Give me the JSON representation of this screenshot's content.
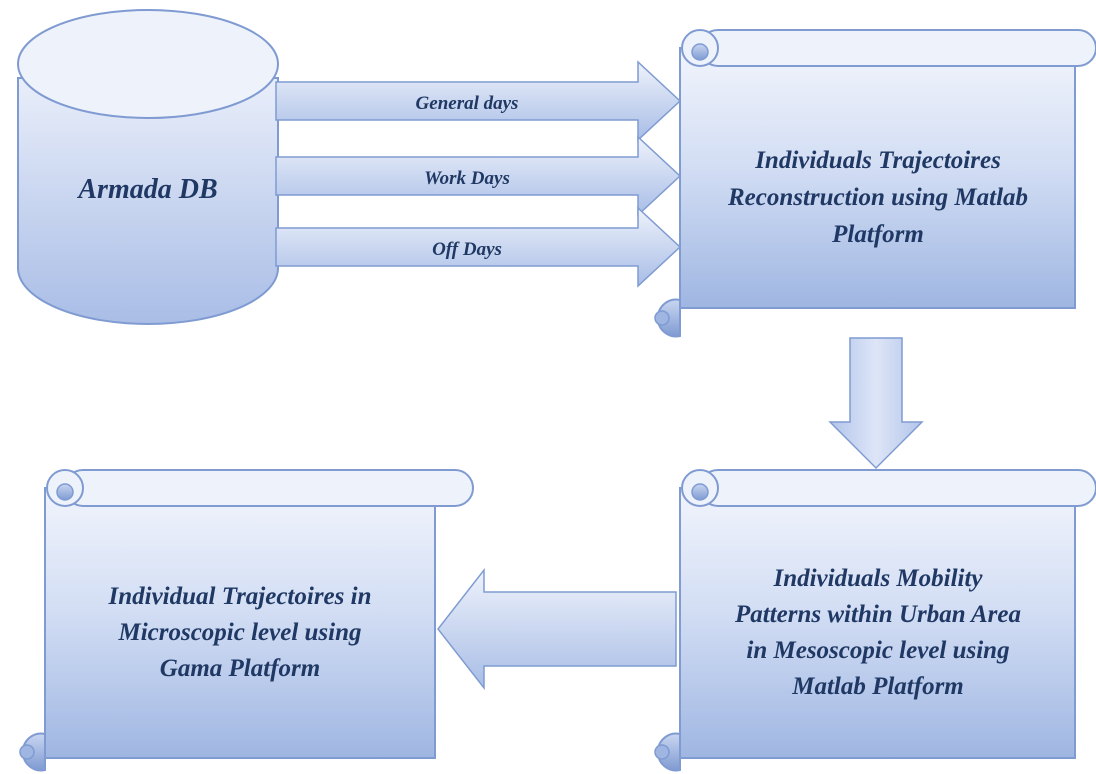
{
  "database": {
    "label": "Armada DB"
  },
  "arrows": [
    {
      "label": "General days"
    },
    {
      "label": "Work Days"
    },
    {
      "label": "Off Days"
    }
  ],
  "scroll_reconstruction": {
    "lines": [
      "Individuals Trajectoires",
      "Reconstruction using Matlab",
      "Platform"
    ]
  },
  "scroll_mesoscopic": {
    "lines": [
      "Individuals Mobility",
      "Patterns within Urban Area",
      "in Mesoscopic level using",
      "Matlab Platform"
    ]
  },
  "scroll_microscopic": {
    "lines": [
      "Individual Trajectoires in",
      "Microscopic level using",
      "Gama Platform"
    ]
  },
  "colors": {
    "fill_light": "#eef2fb",
    "fill_dark": "#9fb6e2",
    "stroke": "#6f8fc8",
    "text": "#1f3864"
  }
}
